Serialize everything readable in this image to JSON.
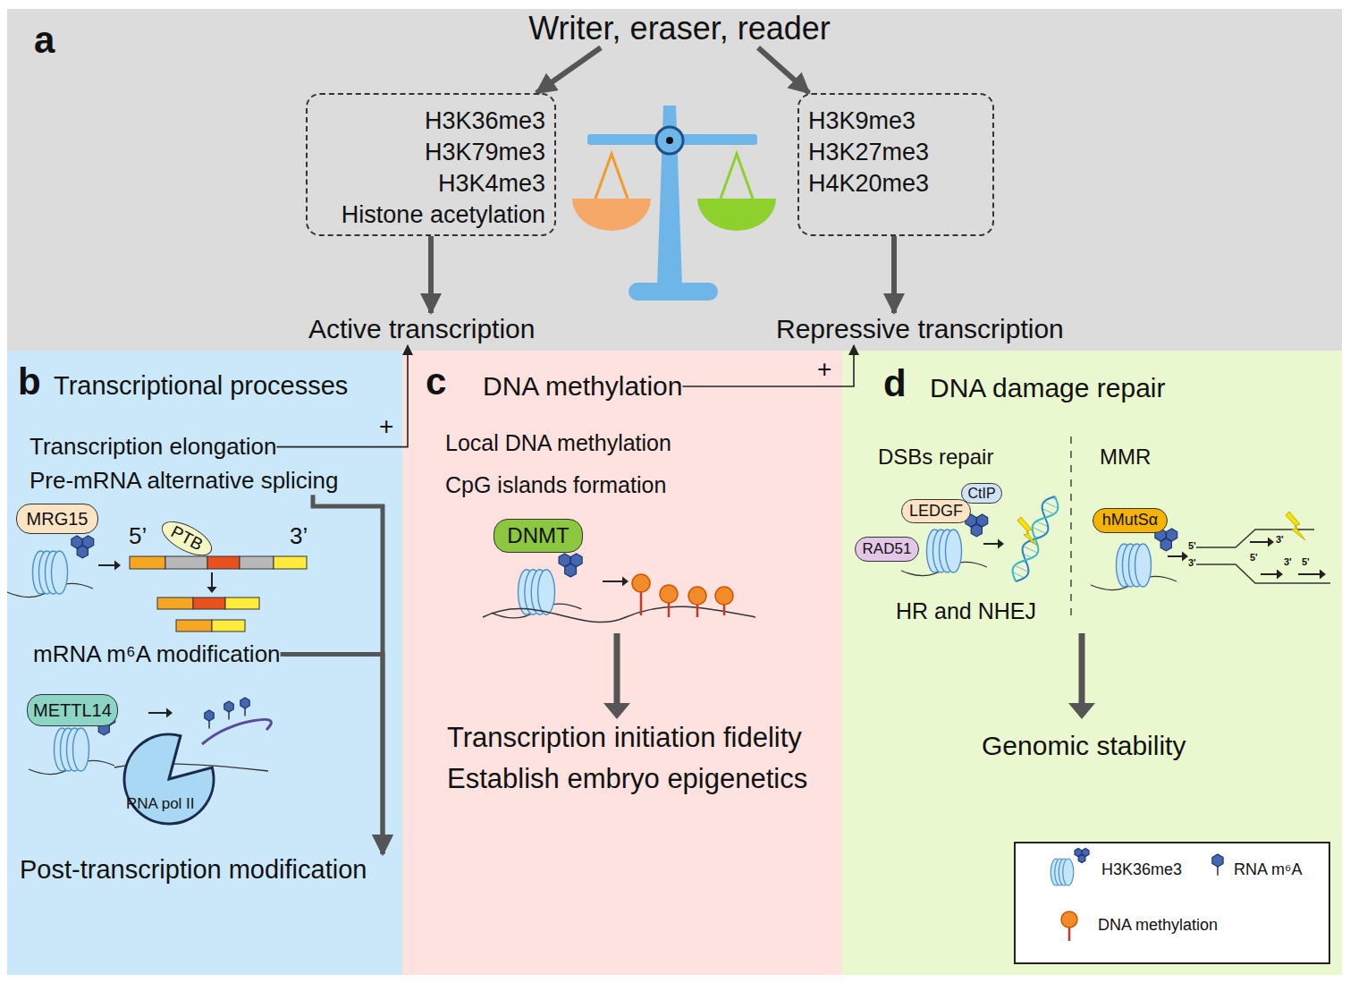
{
  "diagram": {
    "nodes": [
      {
        "text": [
          "a"
        ]
      },
      {
        "text": [
          "Writer, eraser, reader"
        ],
        "in": 0
      },
      {
        "text": [
          "H3K36me3",
          "H3K79me3",
          "H3K4me3",
          "Histone acetylation"
        ],
        "in": 0
      },
      {
        "text": [
          "H3K9me3",
          "H3K27me3",
          "H4K20me3"
        ],
        "in": 0
      },
      {
        "text": [
          "Active transcription"
        ],
        "in": 0
      },
      {
        "text": [
          "Repressive transcription"
        ],
        "in": 0
      },
      {
        "text": [
          "b",
          "Transcriptional processes"
        ]
      },
      {
        "text": [
          "Transcription elongation"
        ],
        "in": 6
      },
      {
        "text": [
          "Pre-mRNA alternative splicing"
        ],
        "in": 6
      },
      {
        "text": [
          "MRG15"
        ],
        "in": 6
      },
      {
        "text": [
          "PTB"
        ],
        "in": 6
      },
      {
        "text": [
          "mRNA m⁶A modification"
        ],
        "in": 6
      },
      {
        "text": [
          "METTL14"
        ],
        "in": 6
      },
      {
        "text": [
          "RNA pol II"
        ],
        "in": 6
      },
      {
        "text": [
          "Post-transcription modification"
        ],
        "in": 6
      },
      {
        "text": [
          "c"
        ]
      },
      {
        "text": [
          "DNA methylation"
        ],
        "in": 15
      },
      {
        "text": [
          "DNMT"
        ],
        "in": 15
      },
      {
        "text": [
          "d",
          "DNA damage repair"
        ]
      },
      {
        "text": [
          "CtIP"
        ],
        "in": 18
      },
      {
        "text": [
          "LEDGF"
        ],
        "in": 18
      },
      {
        "text": [
          "RAD51"
        ],
        "in": 18
      },
      {
        "text": [
          "hMutSα"
        ],
        "in": 18
      }
    ],
    "edges": [
      {
        "from": 1,
        "to": 2,
        "arrow": "to"
      },
      {
        "from": 1,
        "to": 3,
        "arrow": "to"
      },
      {
        "from": 2,
        "to": 4,
        "arrow": "to"
      },
      {
        "from": 3,
        "to": 5,
        "arrow": "to"
      },
      {
        "from": 7,
        "to": 4,
        "label": "+",
        "arrow": "to"
      },
      {
        "from": 16,
        "to": 5,
        "label": "+",
        "arrow": "to"
      },
      {
        "from": 8,
        "to": 14,
        "arrow": "to"
      },
      {
        "from": 11,
        "to": 14,
        "arrow": "to"
      }
    ],
    "labels": [
      "5’",
      "3’",
      "Local DNA methylation",
      "CpG islands formation",
      "Transcription initiation fidelity",
      "Establish embryo epigenetics",
      "DSBs repair",
      "MMR",
      "HR and NHEJ",
      "5'",
      "3'",
      "3'",
      "5'",
      "3'",
      "5'",
      "Genomic stability"
    ],
    "legend": [
      {
        "text": "H3K36me3"
      },
      {
        "text": "RNA m⁶A"
      },
      {
        "text": "DNA methylation"
      }
    ]
  }
}
